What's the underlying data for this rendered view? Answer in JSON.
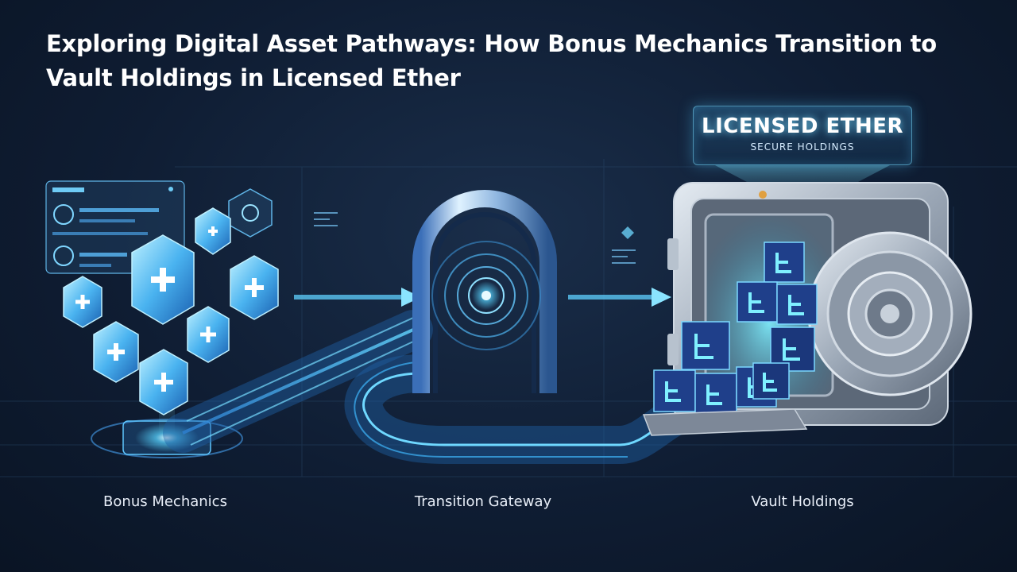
{
  "title": "Exploring Digital Asset Pathways: How Bonus Mechanics Transition to Vault Holdings in Licensed Ether",
  "sign": {
    "title": "LICENSED ETHER",
    "subtitle": "SECURE HOLDINGS"
  },
  "stages": [
    {
      "label": "Bonus Mechanics",
      "icon": "shield-crystal-plus-icon"
    },
    {
      "label": "Transition Gateway",
      "icon": "portal-arch-icon"
    },
    {
      "label": "Vault Holdings",
      "icon": "vault-icon"
    }
  ],
  "colors": {
    "background": "#0f1d33",
    "accent": "#4fd8ff",
    "crystal": "#6ec8ff",
    "vault_steel": "#a9b4c2",
    "cube": "#1f3f8a"
  }
}
